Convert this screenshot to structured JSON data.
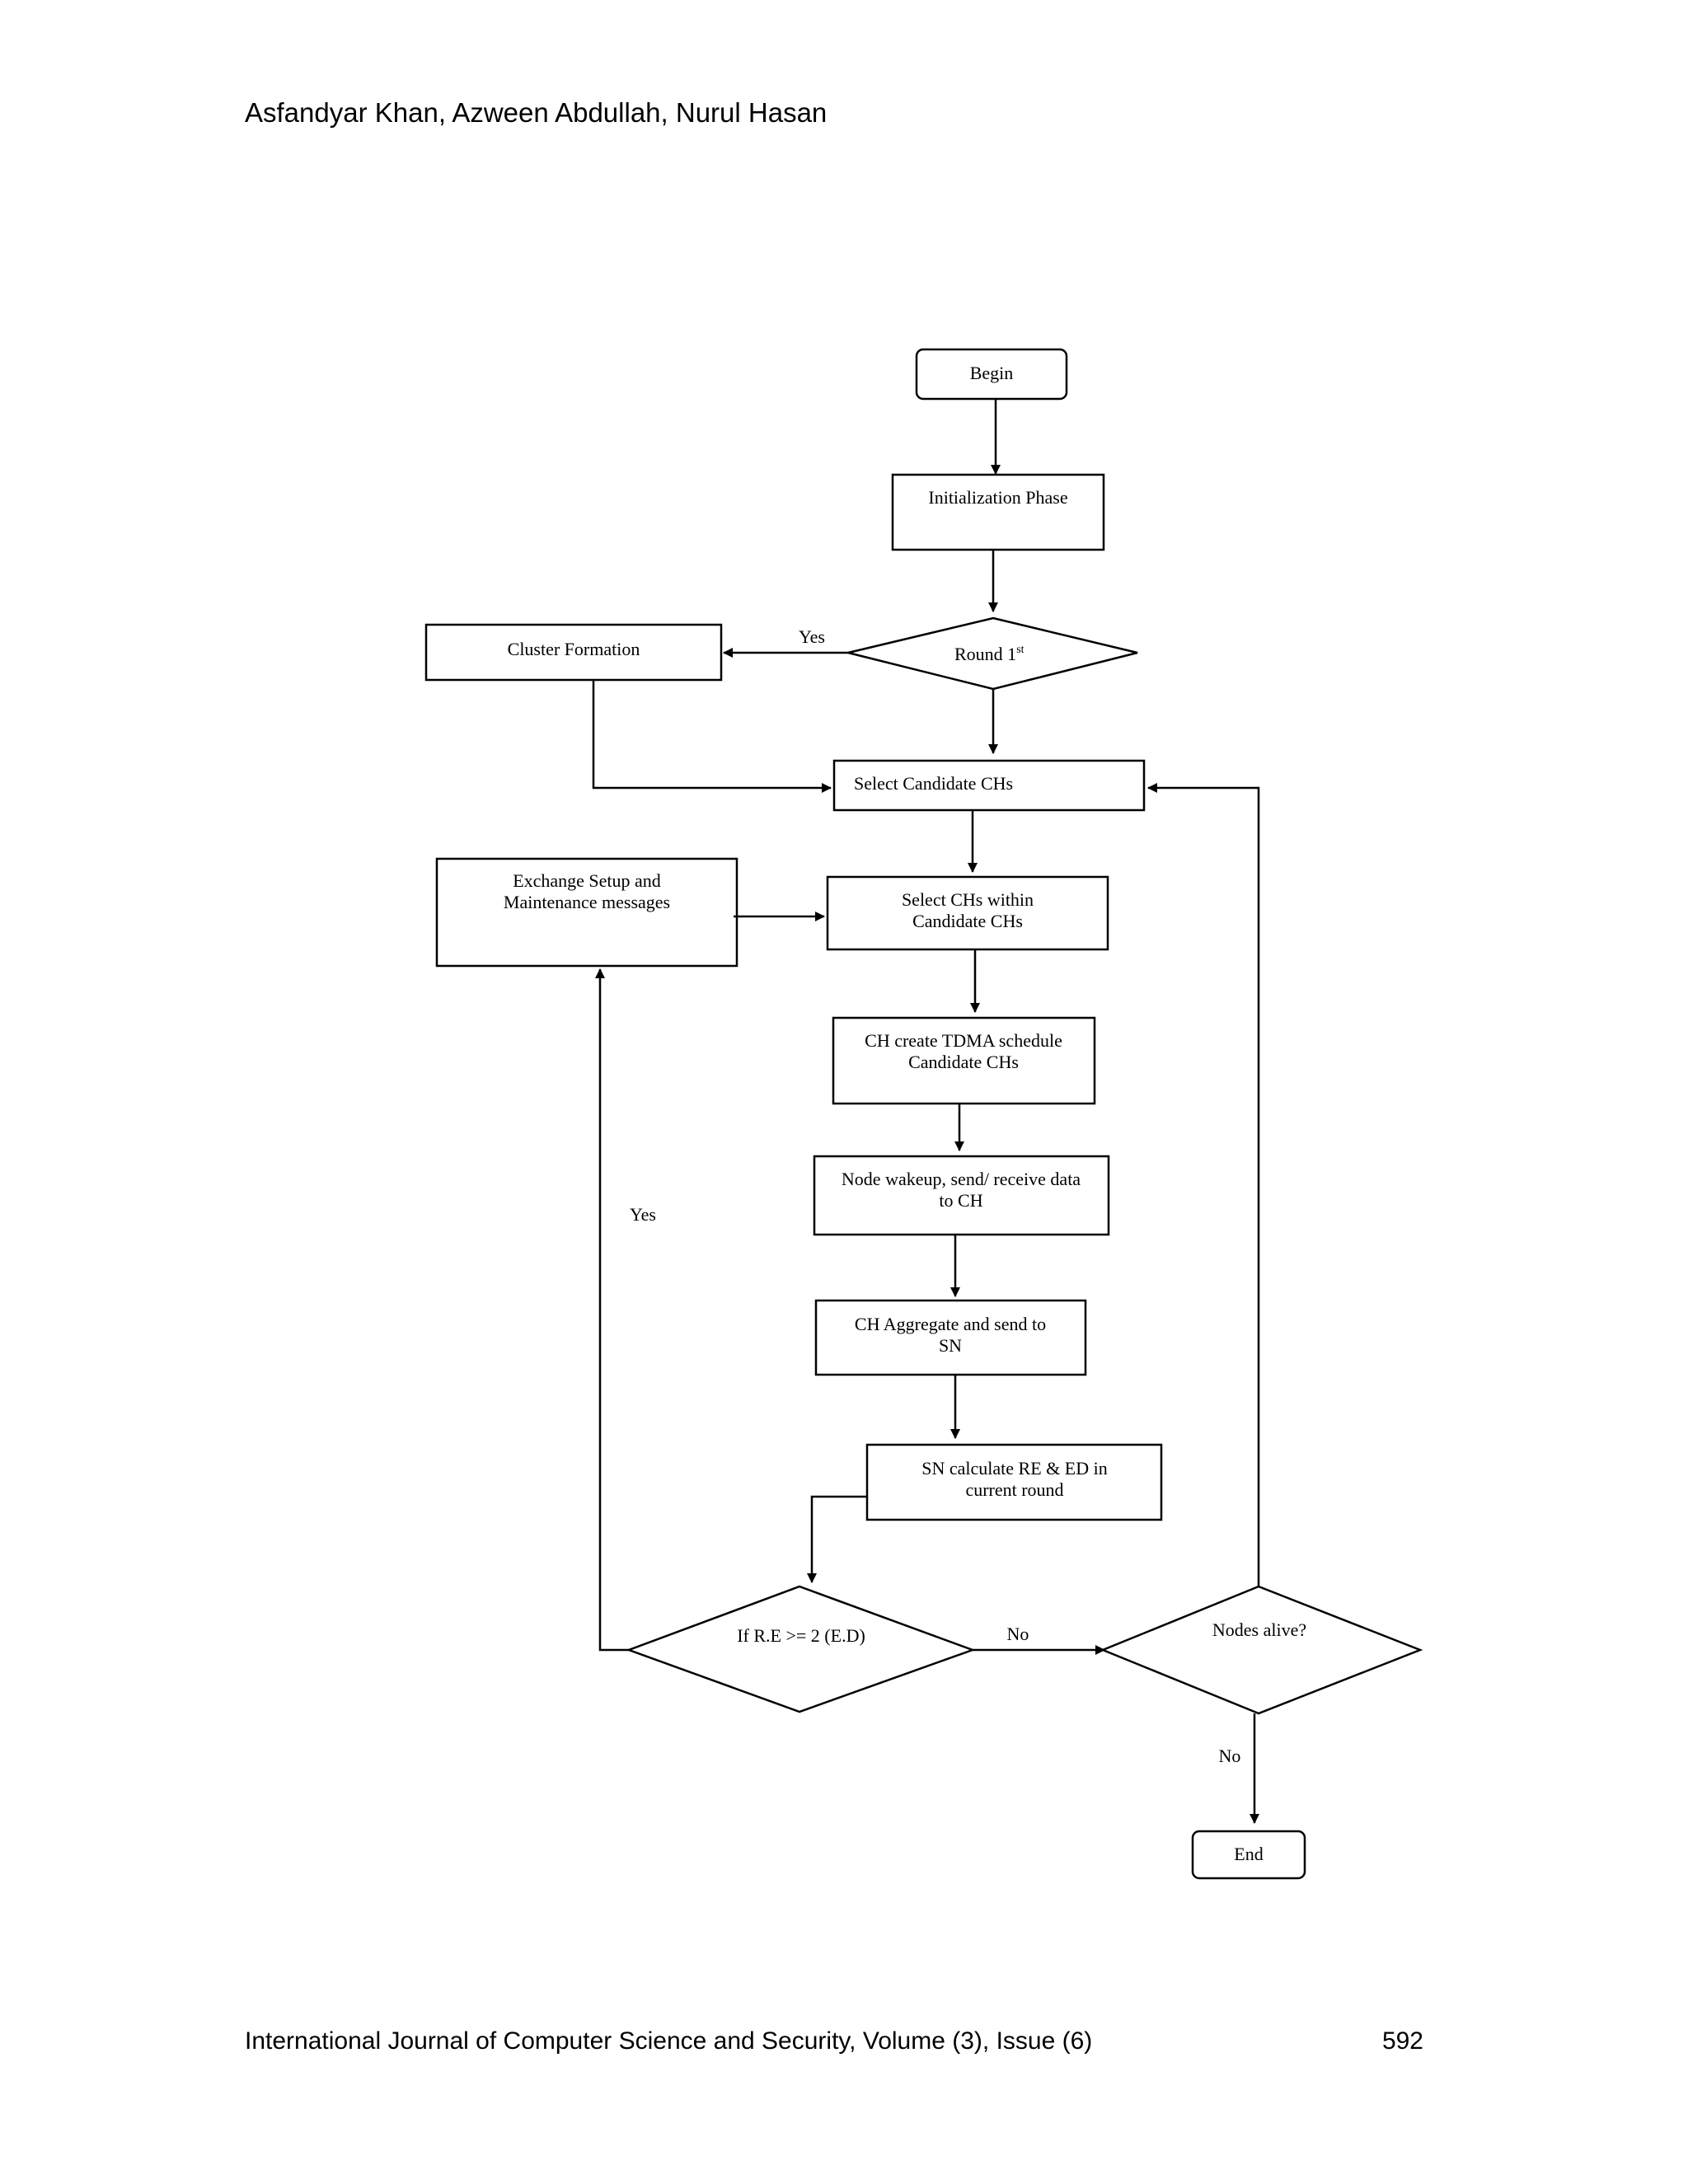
{
  "header": {
    "authors": "Asfandyar Khan, Azween Abdullah, Nurul Hasan"
  },
  "flowchart": {
    "begin": "Begin",
    "init": "Initialization Phase",
    "round": {
      "main": "Round 1",
      "sup": "st"
    },
    "cluster": "Cluster Formation",
    "yes_round": "Yes",
    "select_candidate": "Select Candidate CHs",
    "exchange": [
      "Exchange Setup and",
      "Maintenance messages"
    ],
    "select_within": [
      "Select CHs within",
      "Candidate CHs"
    ],
    "tdma": [
      "CH create TDMA schedule",
      "Candidate CHs"
    ],
    "wakeup": [
      "Node wakeup, send/ receive data",
      "to CH"
    ],
    "aggregate": [
      "CH Aggregate and send to",
      "SN"
    ],
    "calc": [
      "SN calculate RE & ED in",
      "current round"
    ],
    "yes_left": "Yes",
    "condition": "If R.E >= 2 (E.D)",
    "no_mid": "No",
    "alive": "Nodes alive?",
    "no_bottom": "No",
    "end": "End"
  },
  "footer": {
    "journal": "International Journal of Computer Science and Security, Volume (3), Issue (6)",
    "page": "592"
  }
}
